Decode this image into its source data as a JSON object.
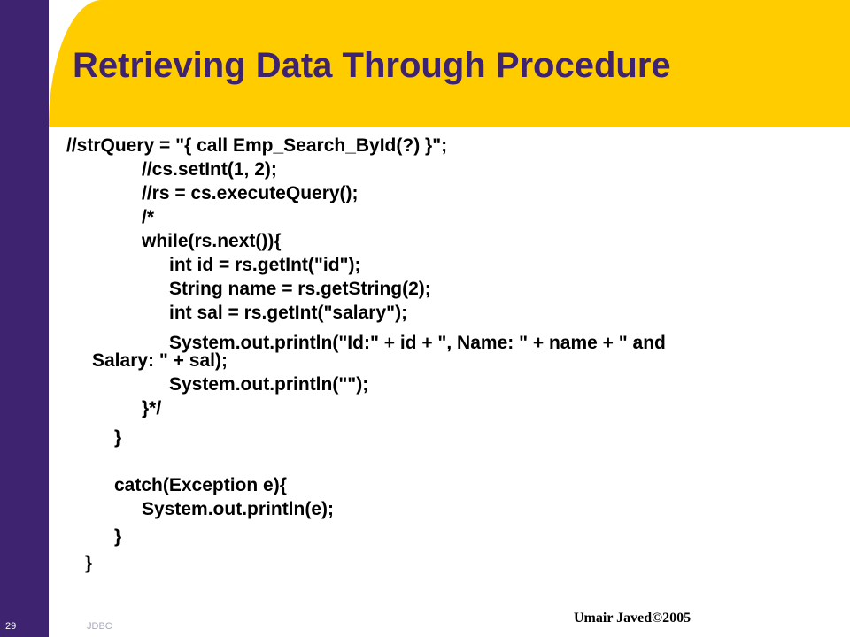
{
  "slide": {
    "title": "Retrieving Data Through Procedure",
    "code_lines": [
      "//strQuery = \"{ call Emp_Search_ById(?) }\";",
      "//cs.setInt(1, 2);",
      "//rs = cs.executeQuery();",
      "/*",
      "while(rs.next()){",
      "int id = rs.getInt(\"id\");",
      "String name = rs.getString(2);",
      "int sal = rs.getInt(\"salary\");",
      "System.out.println(\"Id:\" + id + \", Name: \" + name + \" and",
      "Salary: \" + sal);",
      "System.out.println(\"\");",
      "}*/",
      "}",
      "catch(Exception e){",
      "System.out.println(e);",
      "}",
      "}"
    ]
  },
  "footer": {
    "page_number": "29",
    "section": "JDBC",
    "author": "Umair Javed©2005"
  },
  "colors": {
    "side_band": "#3d2370",
    "title_band": "#ffcc00",
    "title_text": "#3d2370"
  }
}
